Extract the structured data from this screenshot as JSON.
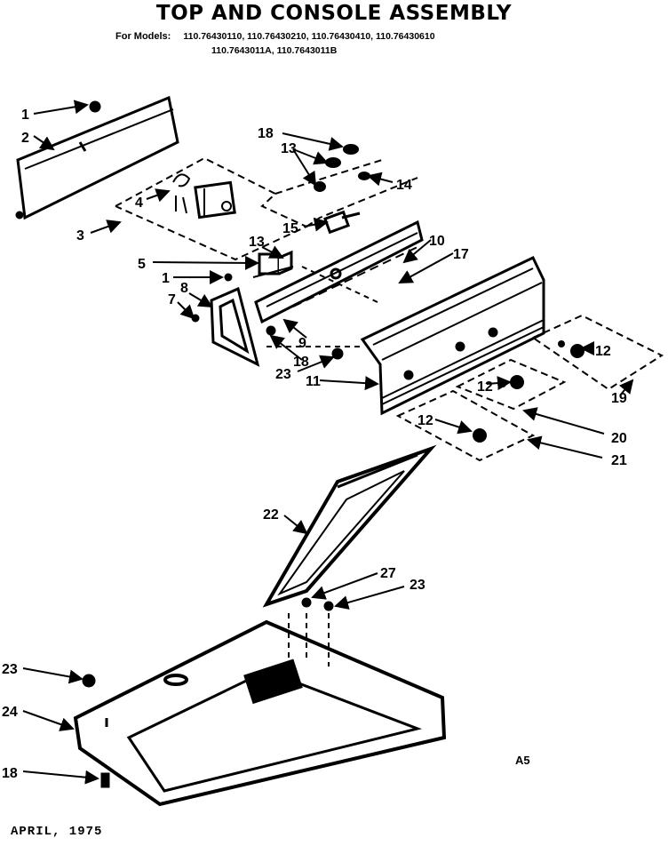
{
  "title": "TOP AND CONSOLE ASSEMBLY",
  "models": {
    "label": "For Models:",
    "line1": "110.76430110, 110.76430210, 110.76430410, 110.76430610",
    "line2": "110.7643011A, 110.7643011B"
  },
  "footer_date": "APRIL, 1975",
  "code": "A5",
  "callouts": [
    "1",
    "2",
    "3",
    "4",
    "18",
    "13",
    "14",
    "15",
    "10",
    "17",
    "5",
    "13",
    "1",
    "8",
    "7",
    "9",
    "18",
    "23",
    "11",
    "12",
    "12",
    "12",
    "19",
    "20",
    "21",
    "22",
    "27",
    "23",
    "23",
    "24",
    "18"
  ]
}
